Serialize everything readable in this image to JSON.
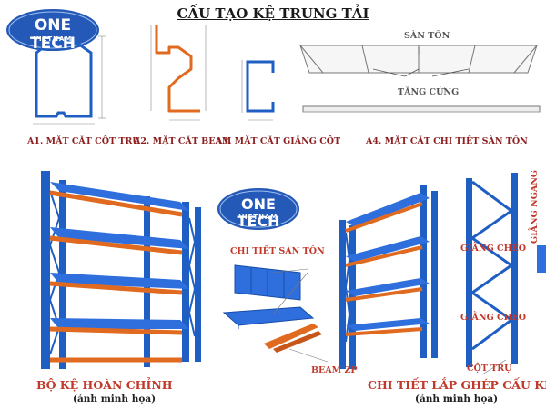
{
  "title": "CẤU TẠO KỆ TRUNG TẢI",
  "logo": {
    "brand": "ONE TECH",
    "country": "VIETNAM"
  },
  "section_captions": {
    "a1": "A1. MẶT CẮT  CỘT TRỤ",
    "a2": "A2. MẶT CẮT  BEAM",
    "a3": "A3. MẶT CẮT  GIẰNG CỘT",
    "a4": "A4. MẶT CẮT CHI TIẾT SÀN TÔN"
  },
  "a4_labels": {
    "top": "SÀN TÔN",
    "middle": "TĂNG CỨNG"
  },
  "part_labels": {
    "deck_detail": "CHI TIẾT SÀN TÔN",
    "beam": "BEAM ZP",
    "brace1": "GIẰNG CHÉO",
    "brace2": "GIẰNG CHÉO",
    "horizontal": "GIẰNG NGANG",
    "upright": "CỘT TRỤ"
  },
  "bottom": {
    "left_title": "BỘ KỆ HOÀN CHỈNH",
    "left_sub": "(ảnh minh họa)",
    "right_title": "CHI TIẾT LẮP GHÉP CẤU KIỆN",
    "right_sub": "(ảnh minh họa)"
  },
  "colors": {
    "blue": "#1f5fc4",
    "orange": "#e06a1f",
    "caption_red": "#8b1e1e",
    "logo_blue": "#2459b8"
  }
}
